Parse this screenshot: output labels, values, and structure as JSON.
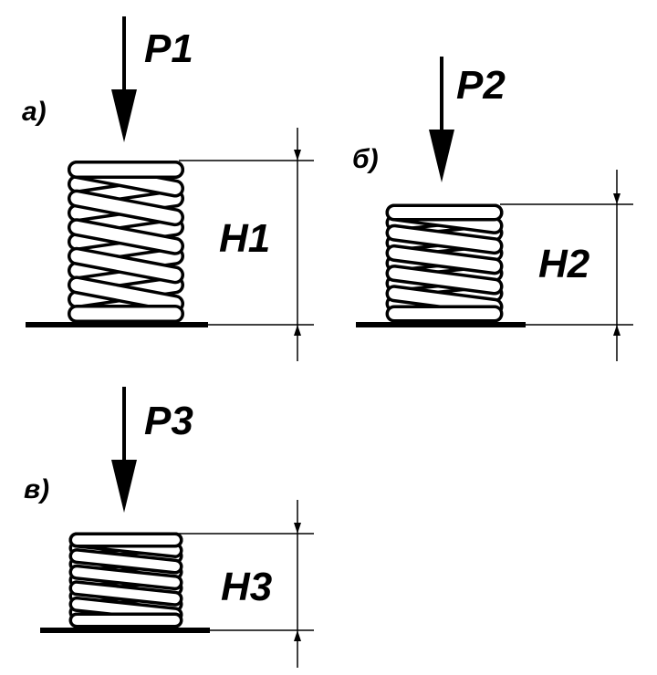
{
  "panels": [
    {
      "id": "a",
      "part_label": "а)",
      "force_label": "P1",
      "height_label": "H1"
    },
    {
      "id": "b",
      "part_label": "б)",
      "force_label": "P2",
      "height_label": "H2"
    },
    {
      "id": "c",
      "part_label": "в)",
      "force_label": "P3",
      "height_label": "H3"
    }
  ],
  "colors": {
    "ink": "#000000",
    "background": "#ffffff"
  }
}
